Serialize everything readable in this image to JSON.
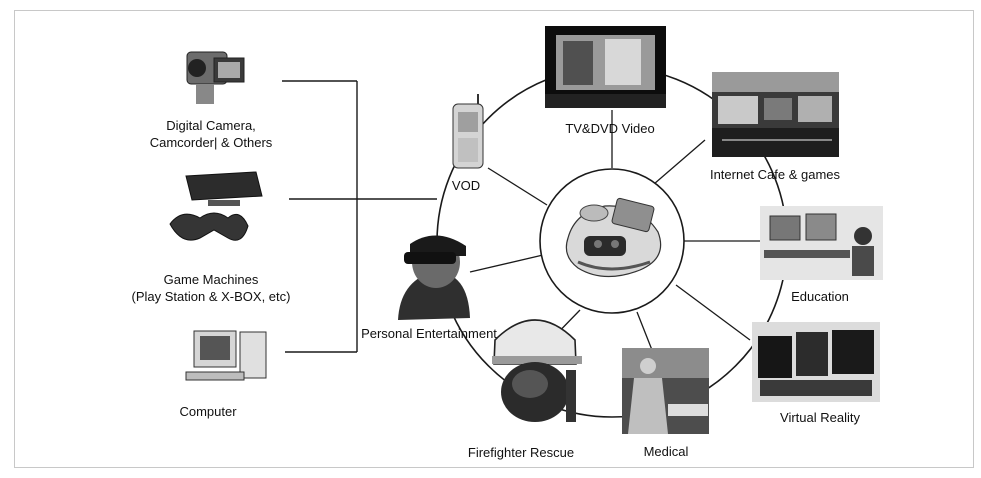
{
  "devices": [
    {
      "line1": "Digital Camera,",
      "line2": "Camcorder| & Others",
      "icon": "camcorder-icon"
    },
    {
      "line1": "Game Machines",
      "line2": "(Play Station & X-BOX, etc)",
      "icon": "game-console-icon"
    },
    {
      "line1": "Computer",
      "icon": "computer-icon"
    }
  ],
  "applications": [
    {
      "label": "TV&DVD Video",
      "icon": "tv-screen-photo"
    },
    {
      "label": "Internet Cafe & games",
      "icon": "internet-cafe-photo"
    },
    {
      "label": "Education",
      "icon": "classroom-photo"
    },
    {
      "label": "Virtual Reality",
      "icon": "vr-monitors-photo"
    },
    {
      "label": "Medical",
      "icon": "surgeon-photo"
    },
    {
      "label": "Firefighter Rescue",
      "icon": "firefighter-helmet-photo"
    },
    {
      "label": "Personal Entertainment",
      "icon": "hmd-user-photo"
    },
    {
      "label": "VOD",
      "icon": "mobile-phone-photo"
    }
  ],
  "center": {
    "icon": "head-mounted-display-photo"
  }
}
